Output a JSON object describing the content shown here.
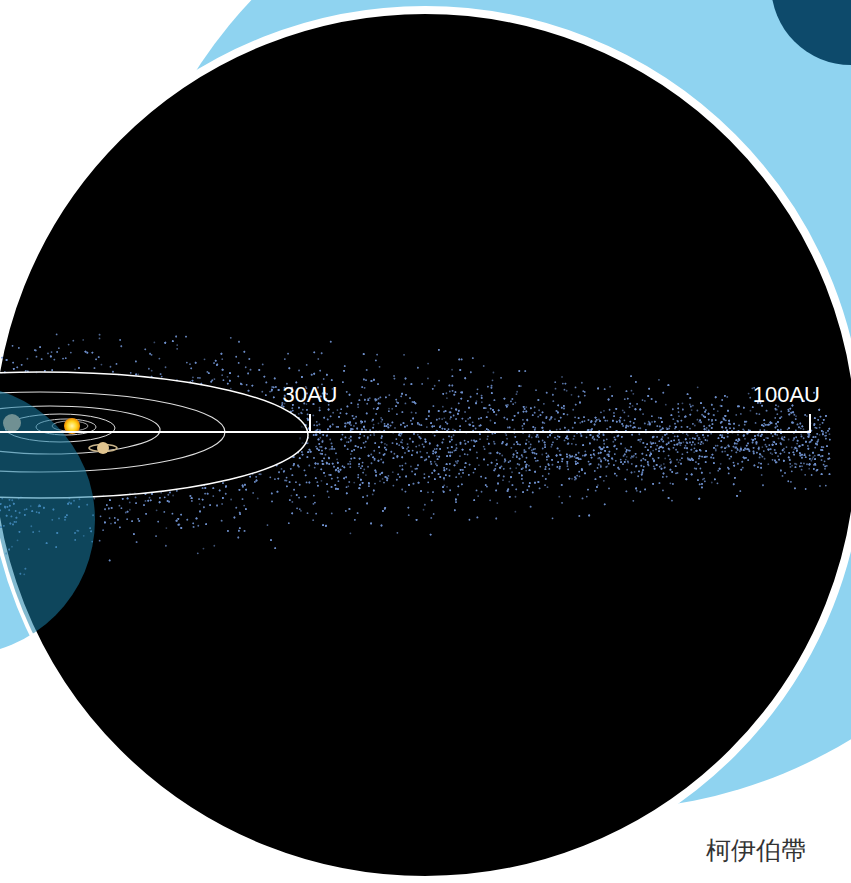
{
  "diagram": {
    "caption": "柯伊伯帶",
    "labels": [
      "30AU",
      "100AU"
    ]
  }
}
